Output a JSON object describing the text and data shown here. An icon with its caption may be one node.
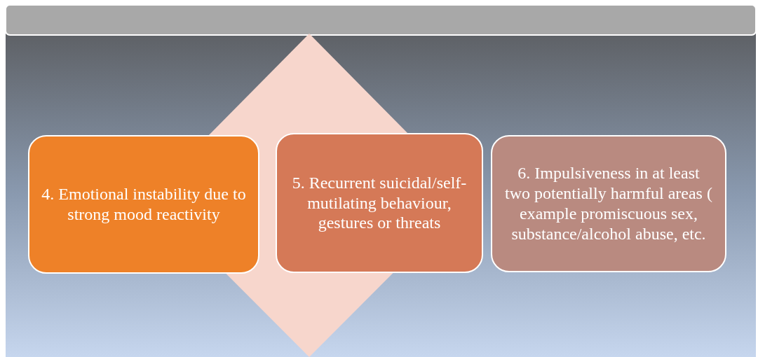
{
  "diagram": {
    "nodes": [
      {
        "text": [
          "4. Emotional instability due to strong mood reactivity"
        ]
      },
      {
        "text": [
          "5. Recurrent suicidal/self-mutilating behaviour, gestures or threats"
        ]
      },
      {
        "text": [
          "6. Impulsiveness in at least two potentially harmful areas ( example promiscuous sex, substance/alcohol abuse, etc."
        ]
      }
    ],
    "edges": []
  }
}
